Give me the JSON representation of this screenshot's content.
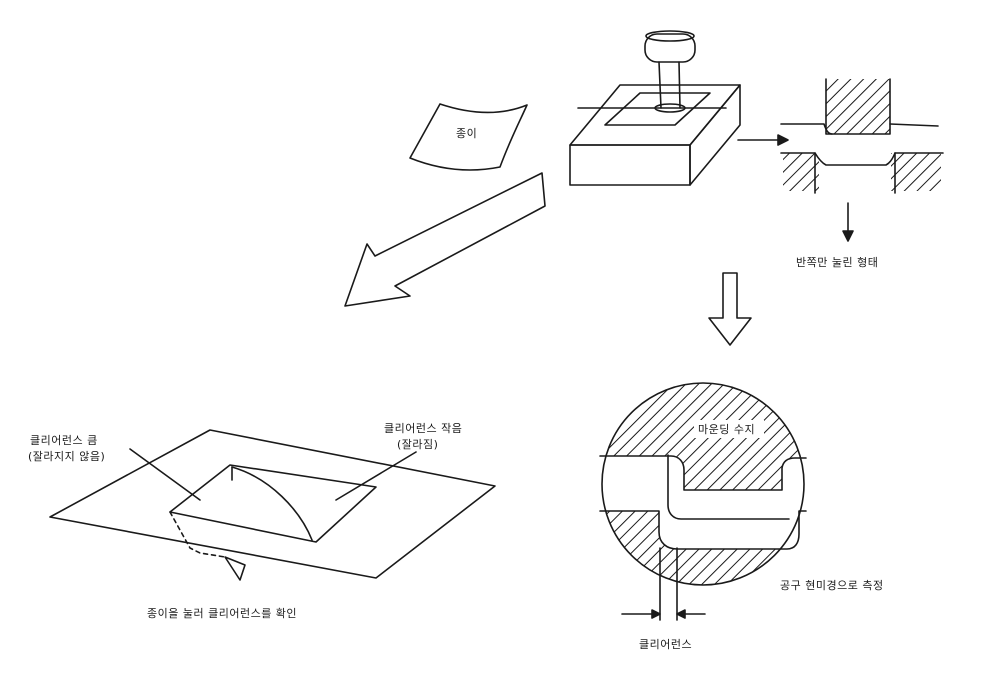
{
  "labels": {
    "paper": "종이",
    "half_press_shape": "반쪽만 눌린 형태",
    "clearance_large": "클리어런스 큼",
    "clearance_large_note": "(잘라지지 않음)",
    "clearance_small": "클리어런스 작음",
    "clearance_small_note": "(잘라짐)",
    "check_caption": "종이을 눌러 클리어런스를 확인",
    "mounting_resin": "마운딩 수지",
    "microscope_measure": "공구 현미경으로 측정",
    "clearance": "클리어런스"
  },
  "colors": {
    "ink": "#1a1a1a",
    "paper": "#ffffff"
  }
}
